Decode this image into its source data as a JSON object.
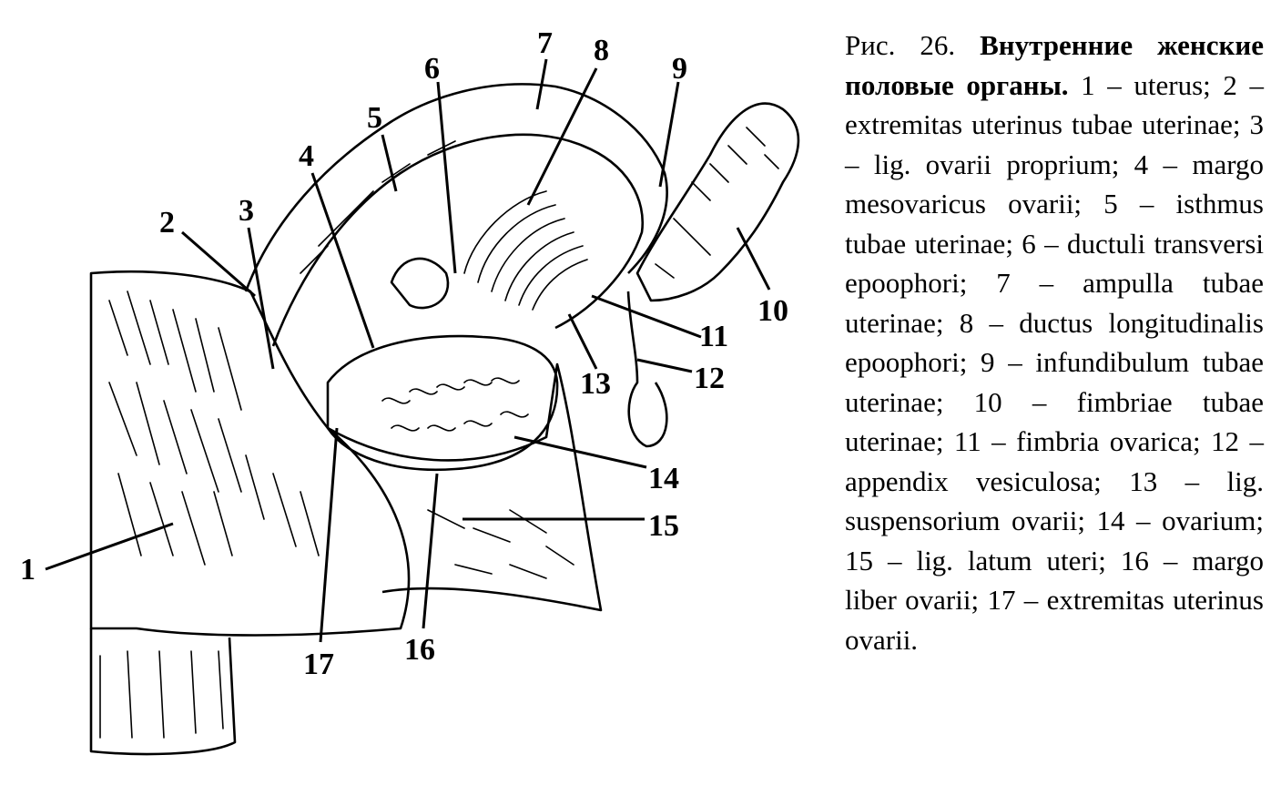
{
  "caption": {
    "prefix": "Рис. 26.",
    "title": "Внутренние женские половые органы.",
    "items": "1 – uterus; 2 – extremitas uterinus tubae uterinae; 3 – lig. ovarii proprium; 4 – margo mesovaricus ovarii; 5 – isthmus tubae uterinae; 6 – ductuli transversi epoophori; 7 – ampulla tubae uterinae; 8 – ductus longitudinalis epoophori; 9 – infundibulum tubae uterinae; 10 – fimbriae tubae uterinae; 11 – fimbria ovarica; 12 – appendix vesiculosa; 13 – lig. suspensorium ovarii; 14 – ovarium; 15 – lig. latum uteri; 16 – margo liber ovarii; 17 – extremitas uterinus ovarii."
  },
  "labels": [
    "1",
    "2",
    "3",
    "4",
    "5",
    "6",
    "7",
    "8",
    "9",
    "10",
    "11",
    "12",
    "13",
    "14",
    "15",
    "16",
    "17"
  ]
}
